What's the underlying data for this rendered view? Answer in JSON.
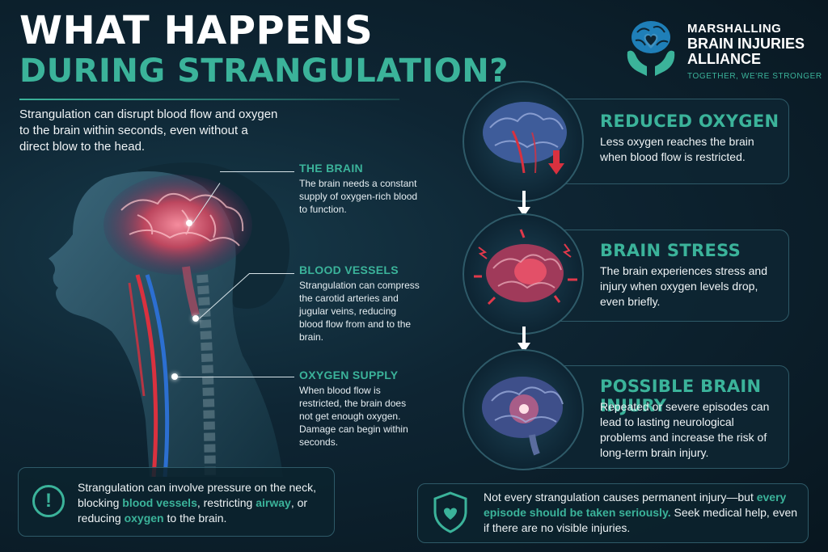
{
  "header": {
    "title_line1": "WHAT HAPPENS",
    "title_line2": "DURING STRANGULATION?",
    "intro": "Strangulation can disrupt blood flow and oxygen to the brain within seconds, even without a direct blow to the head."
  },
  "logo": {
    "line1": "MARSHALLING",
    "line2": "BRAIN INJURIES",
    "line3": "ALLIANCE",
    "tagline": "TOGETHER, WE'RE STRONGER",
    "icon": "brain-heart-hands-icon"
  },
  "callouts": [
    {
      "title": "THE BRAIN",
      "text": "The brain needs a constant supply of oxygen-rich blood to function."
    },
    {
      "title": "BLOOD VESSELS",
      "text": "Strangulation can compress the carotid arteries and jugular veins, reducing blood flow from and to the brain."
    },
    {
      "title": "OXYGEN SUPPLY",
      "text": "When blood flow is restricted, the brain does not get enough oxygen. Damage can begin within seconds."
    }
  ],
  "info_box": {
    "icon": "exclamation-icon",
    "text_a": "Strangulation can involve pressure on the neck, blocking ",
    "hl1": "blood vessels",
    "text_b": ", restricting ",
    "hl2": "airway",
    "text_c": ", or reducing ",
    "hl3": "oxygen",
    "text_d": " to the brain."
  },
  "steps": [
    {
      "title": "REDUCED OXYGEN",
      "text": "Less oxygen reaches the brain when blood flow is restricted.",
      "icon": "brain-down-arrow-icon"
    },
    {
      "title": "BRAIN STRESS",
      "text": "The brain experiences stress and injury when oxygen levels drop, even briefly.",
      "icon": "brain-stress-icon"
    },
    {
      "title": "POSSIBLE BRAIN INJURY",
      "text": "Repeated or severe episodes can lead to lasting neurological problems and increase the risk of long-term brain injury.",
      "icon": "brain-injury-icon"
    }
  ],
  "note": {
    "icon": "shield-heart-icon",
    "text_a": "Not every strangulation causes permanent injury—but ",
    "hl": "every episode should be taken seriously.",
    "text_b": " Seek medical help, even if there are no visible injuries."
  },
  "colors": {
    "accent": "#3bb39a",
    "background": "#0e2533",
    "alert_red": "#e0394b"
  }
}
